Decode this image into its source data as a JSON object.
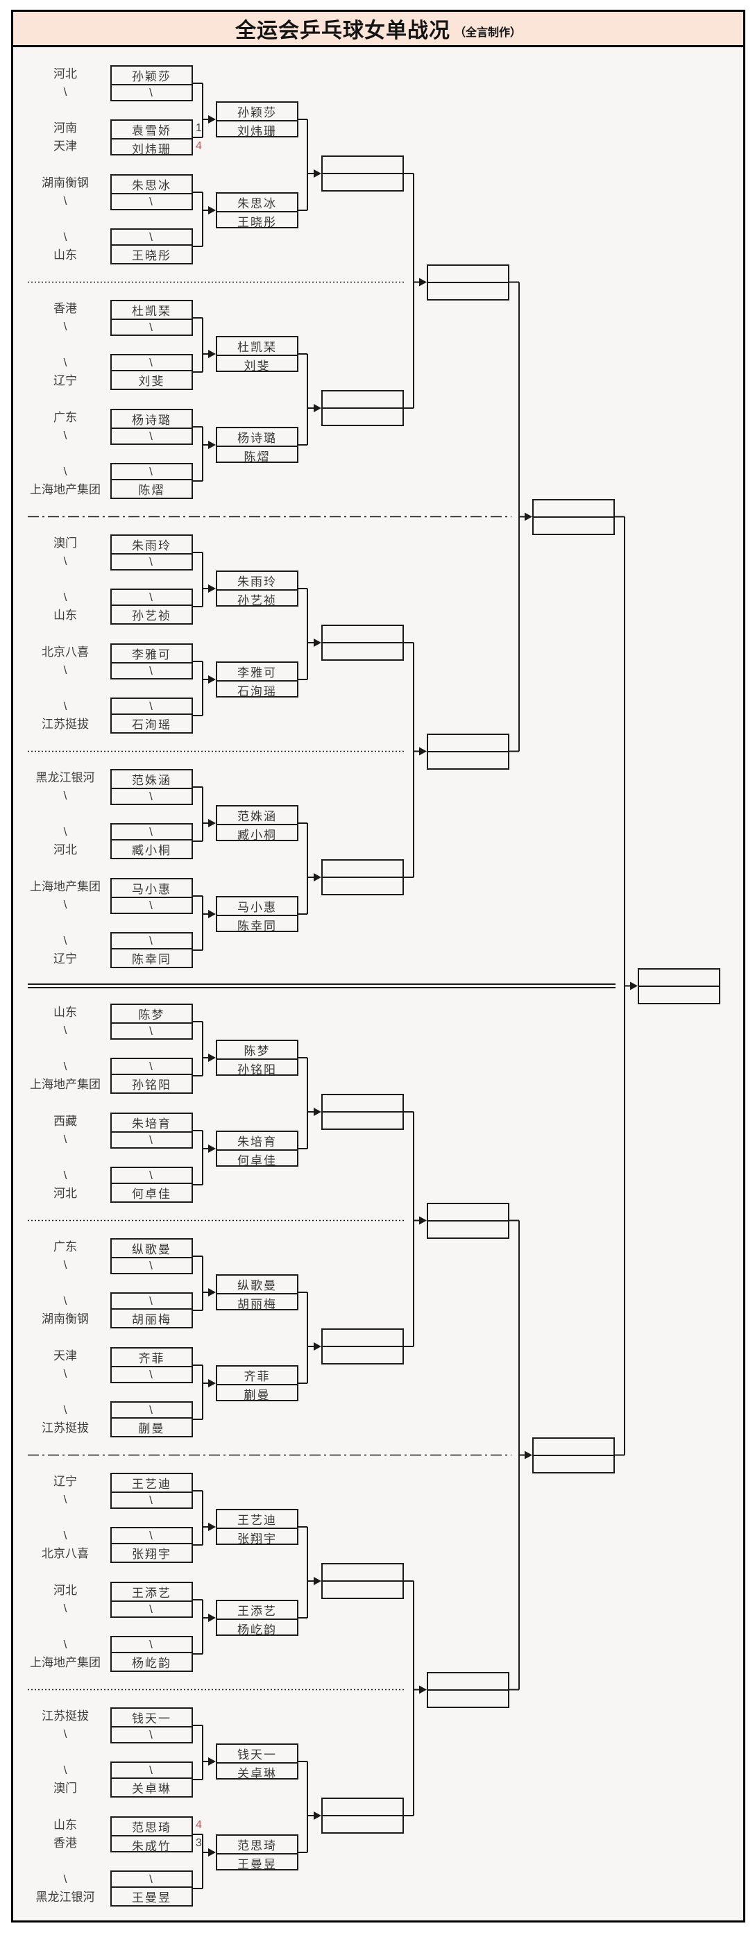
{
  "title": "全运会乒乓球女单战况",
  "subtitle": "（全言制作）",
  "colors": {
    "header_bg": "#fbe5d9",
    "page_bg": "#f7f6f5",
    "line": "#1a1a1a",
    "text": "#383838",
    "score_win": "#cc5a58",
    "score_loss": "#444444"
  },
  "bracket": {
    "octets": [
      {
        "divider_after": "dotted",
        "groups": [
          {
            "rows": [
              {
                "team": "河北",
                "name": "孙颖莎"
              },
              {
                "team": "\\",
                "name": "\\"
              },
              {
                "team": "河南",
                "name": "袁雪娇",
                "score": "1",
                "score_result": "loss"
              },
              {
                "team": "天津",
                "name": "刘炜珊",
                "score": "4",
                "score_result": "win"
              }
            ],
            "winner": [
              "孙颖莎",
              "刘炜珊"
            ]
          },
          {
            "rows": [
              {
                "team": "湖南衡钢",
                "name": "朱思冰"
              },
              {
                "team": "\\",
                "name": "\\"
              },
              {
                "team": "\\",
                "name": "\\"
              },
              {
                "team": "山东",
                "name": "王晓彤"
              }
            ],
            "winner": [
              "朱思冰",
              "王晓彤"
            ]
          }
        ]
      },
      {
        "divider_after": "dashdot",
        "groups": [
          {
            "rows": [
              {
                "team": "香港",
                "name": "杜凯琹"
              },
              {
                "team": "\\",
                "name": "\\"
              },
              {
                "team": "\\",
                "name": "\\"
              },
              {
                "team": "辽宁",
                "name": "刘斐"
              }
            ],
            "winner": [
              "杜凯琹",
              "刘斐"
            ]
          },
          {
            "rows": [
              {
                "team": "广东",
                "name": "杨诗璐"
              },
              {
                "team": "\\",
                "name": "\\"
              },
              {
                "team": "\\",
                "name": "\\"
              },
              {
                "team": "上海地产集团",
                "name": "陈熠"
              }
            ],
            "winner": [
              "杨诗璐",
              "陈熠"
            ]
          }
        ]
      },
      {
        "divider_after": "dotted",
        "groups": [
          {
            "rows": [
              {
                "team": "澳门",
                "name": "朱雨玲"
              },
              {
                "team": "\\",
                "name": "\\"
              },
              {
                "team": "\\",
                "name": "\\"
              },
              {
                "team": "山东",
                "name": "孙艺祯"
              }
            ],
            "winner": [
              "朱雨玲",
              "孙艺祯"
            ]
          },
          {
            "rows": [
              {
                "team": "北京八喜",
                "name": "李雅可"
              },
              {
                "team": "\\",
                "name": "\\"
              },
              {
                "team": "\\",
                "name": "\\"
              },
              {
                "team": "江苏挺拔",
                "name": "石洵瑶"
              }
            ],
            "winner": [
              "李雅可",
              "石洵瑶"
            ]
          }
        ]
      },
      {
        "divider_after": "double",
        "groups": [
          {
            "rows": [
              {
                "team": "黑龙江银河",
                "name": "范姝涵"
              },
              {
                "team": "\\",
                "name": "\\"
              },
              {
                "team": "\\",
                "name": "\\"
              },
              {
                "team": "河北",
                "name": "臧小桐"
              }
            ],
            "winner": [
              "范姝涵",
              "臧小桐"
            ]
          },
          {
            "rows": [
              {
                "team": "上海地产集团",
                "name": "马小惠"
              },
              {
                "team": "\\",
                "name": "\\"
              },
              {
                "team": "\\",
                "name": "\\"
              },
              {
                "team": "辽宁",
                "name": "陈幸同"
              }
            ],
            "winner": [
              "马小惠",
              "陈幸同"
            ]
          }
        ]
      },
      {
        "divider_after": "dotted",
        "groups": [
          {
            "rows": [
              {
                "team": "山东",
                "name": "陈梦"
              },
              {
                "team": "\\",
                "name": "\\"
              },
              {
                "team": "\\",
                "name": "\\"
              },
              {
                "team": "上海地产集团",
                "name": "孙铭阳"
              }
            ],
            "winner": [
              "陈梦",
              "孙铭阳"
            ]
          },
          {
            "rows": [
              {
                "team": "西藏",
                "name": "朱培育"
              },
              {
                "team": "\\",
                "name": "\\"
              },
              {
                "team": "\\",
                "name": "\\"
              },
              {
                "team": "河北",
                "name": "何卓佳"
              }
            ],
            "winner": [
              "朱培育",
              "何卓佳"
            ]
          }
        ]
      },
      {
        "divider_after": "dashdot",
        "groups": [
          {
            "rows": [
              {
                "team": "广东",
                "name": "纵歌曼"
              },
              {
                "team": "\\",
                "name": "\\"
              },
              {
                "team": "\\",
                "name": "\\"
              },
              {
                "team": "湖南衡钢",
                "name": "胡丽梅"
              }
            ],
            "winner": [
              "纵歌曼",
              "胡丽梅"
            ]
          },
          {
            "rows": [
              {
                "team": "天津",
                "name": "齐菲"
              },
              {
                "team": "\\",
                "name": "\\"
              },
              {
                "team": "\\",
                "name": "\\"
              },
              {
                "team": "江苏挺拔",
                "name": "蒯曼"
              }
            ],
            "winner": [
              "齐菲",
              "蒯曼"
            ]
          }
        ]
      },
      {
        "divider_after": "dotted",
        "groups": [
          {
            "rows": [
              {
                "team": "辽宁",
                "name": "王艺迪"
              },
              {
                "team": "\\",
                "name": "\\"
              },
              {
                "team": "\\",
                "name": "\\"
              },
              {
                "team": "北京八喜",
                "name": "张翔宇"
              }
            ],
            "winner": [
              "王艺迪",
              "张翔宇"
            ]
          },
          {
            "rows": [
              {
                "team": "河北",
                "name": "王添艺"
              },
              {
                "team": "\\",
                "name": "\\"
              },
              {
                "team": "\\",
                "name": "\\"
              },
              {
                "team": "上海地产集团",
                "name": "杨屹韵"
              }
            ],
            "winner": [
              "王添艺",
              "杨屹韵"
            ]
          }
        ]
      },
      {
        "divider_after": null,
        "groups": [
          {
            "rows": [
              {
                "team": "江苏挺拔",
                "name": "钱天一"
              },
              {
                "team": "\\",
                "name": "\\"
              },
              {
                "team": "\\",
                "name": "\\"
              },
              {
                "team": "澳门",
                "name": "关卓琳"
              }
            ],
            "winner": [
              "钱天一",
              "关卓琳"
            ]
          },
          {
            "rows": [
              {
                "team": "山东",
                "name": "范思琦",
                "score": "4",
                "score_result": "win"
              },
              {
                "team": "香港",
                "name": "朱成竹",
                "score": "3",
                "score_result": "loss"
              },
              {
                "team": "\\",
                "name": "\\"
              },
              {
                "team": "黑龙江银河",
                "name": "王曼昱"
              }
            ],
            "winner": [
              "范思琦",
              "王曼昱"
            ]
          }
        ]
      }
    ]
  }
}
